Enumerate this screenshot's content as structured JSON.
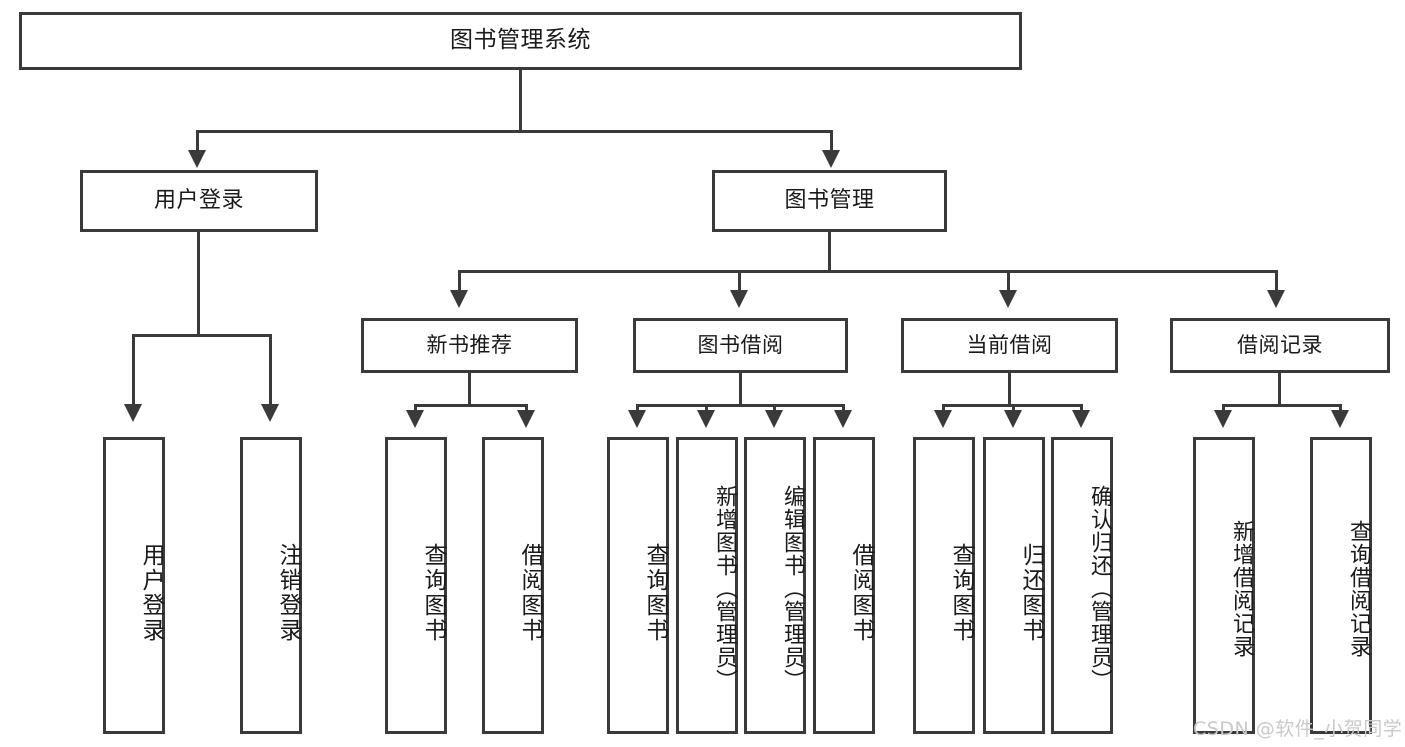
{
  "diagram": {
    "type": "tree-hierarchy-functional-decomposition",
    "title": "图书管理系统",
    "watermark": "CSDN @软件_小贺同学",
    "colors": {
      "stroke": "#3a3a3a",
      "fill": "#ffffff",
      "text": "#1a1a1a",
      "watermark": "#c9c9c9"
    },
    "root": {
      "label": "图书管理系统"
    },
    "level1": [
      {
        "label": "用户登录"
      },
      {
        "label": "图书管理"
      }
    ],
    "level2": [
      {
        "label": "新书推荐"
      },
      {
        "label": "图书借阅"
      },
      {
        "label": "当前借阅"
      },
      {
        "label": "借阅记录"
      }
    ],
    "leaves": {
      "user_login": [
        {
          "label": "用户登录"
        },
        {
          "label": "注销登录"
        }
      ],
      "new_book_recommend": [
        {
          "label": "查询图书"
        },
        {
          "label": "借阅图书"
        }
      ],
      "book_borrow": [
        {
          "label": "查询图书"
        },
        {
          "label": "新增图书（管理员）"
        },
        {
          "label": "编辑图书（管理员）"
        },
        {
          "label": "借阅图书"
        }
      ],
      "current_borrow": [
        {
          "label": "查询图书"
        },
        {
          "label": "归还图书"
        },
        {
          "label": "确认归还（管理员）"
        }
      ],
      "borrow_record": [
        {
          "label": "新增借阅记录"
        },
        {
          "label": "查询借阅记录"
        }
      ]
    }
  }
}
